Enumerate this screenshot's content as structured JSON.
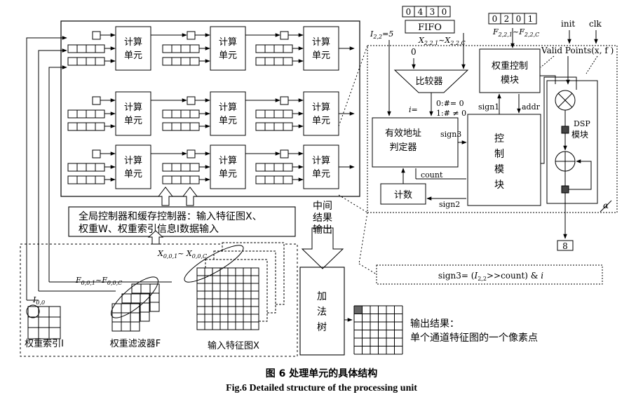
{
  "compute_unit": {
    "line1": "计算",
    "line2": "单元"
  },
  "global_controller": {
    "line1": "全局控制器和缓存控制器：输入特征图X、",
    "line2": "权重W、权重索引信息I数据输入"
  },
  "mid_output": {
    "line1": "中间",
    "line2": "结果",
    "line3": "输出"
  },
  "adder_tree": {
    "line1": "加",
    "line2": "法",
    "line3": "树"
  },
  "output_result": {
    "line1": "输出结果：",
    "line2": "单个通道特征图的一个像素点"
  },
  "bottom_labels": {
    "weight_index": "权重索引I",
    "weight_filter": "权重滤波器F",
    "input_feature": "输入特征图X",
    "x_range": "X0,0,1~ X0,0,C",
    "f_range": "F0,0,1~F0,0,C",
    "i_label": "I0,0"
  },
  "fifo": {
    "digits": [
      "0",
      "4",
      "3",
      "0"
    ],
    "label": "FIFO",
    "range": "X2,2,1~X2,2,C"
  },
  "weight_regs": {
    "digits": [
      "0",
      "2",
      "0",
      "1"
    ],
    "range": "F2,2,1~F2,2,C"
  },
  "detail": {
    "i22": "I2,2=5",
    "zero": "0",
    "comparator": "比较器",
    "i_eq": "i=",
    "cond0": "0:#= 0",
    "cond1": "1:# ≠ 0",
    "addr_judge_line1": "有效地址",
    "addr_judge_line2": "判定器",
    "counter": "计数",
    "weight_ctrl_line1": "权重控制",
    "weight_ctrl_line2": "模块",
    "ctrl_line1": "控",
    "ctrl_line2": "制",
    "ctrl_line3": "模",
    "ctrl_line4": "块",
    "sign1": "sign1",
    "sign2": "sign2",
    "sign3": "sign3",
    "count": "count",
    "addr": "addr",
    "init": "init",
    "clk": "clk",
    "valid_points": "Valid Points(x, f )",
    "dsp_line1": "DSP",
    "dsp_line2": "模块",
    "alpha": "α",
    "eight": "8",
    "formula": "sign3= (I2,2>>count) & i"
  },
  "caption": {
    "cn": "图 6    处理单元的具体结构",
    "en": "Fig.6    Detailed structure of the processing unit"
  }
}
